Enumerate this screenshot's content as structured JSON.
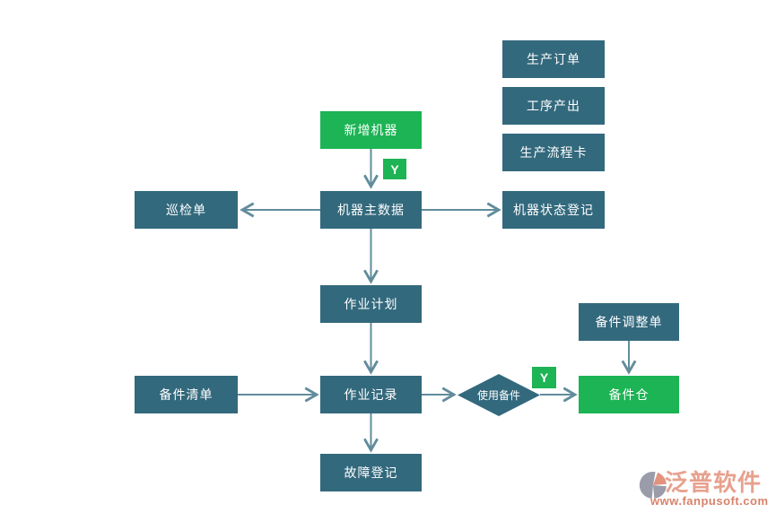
{
  "diagram": {
    "title": "machine-maintenance-flowchart",
    "nodes": {
      "production_order": "生产订单",
      "process_output": "工序产出",
      "production_flow_card": "生产流程卡",
      "new_machine": "新增机器",
      "machine_master_data": "机器主数据",
      "inspection_sheet": "巡检单",
      "machine_status_register": "机器状态登记",
      "work_plan": "作业计划",
      "work_record": "作业记录",
      "spare_parts_list": "备件清单",
      "use_spare_parts": "使用备件",
      "spare_parts_warehouse": "备件仓",
      "spare_parts_adjustment": "备件调整单",
      "fault_register": "故障登记"
    },
    "yes_badges": {
      "top": "Y",
      "right": "Y"
    },
    "colors": {
      "teal": "#33697d",
      "green": "#1cb454",
      "arrow": "#628c9c",
      "brand": "#e7a18e",
      "brand_dark": "#d8826b"
    }
  },
  "watermark": {
    "brand": "泛普软件",
    "website": "www.fanpusoft.com"
  }
}
